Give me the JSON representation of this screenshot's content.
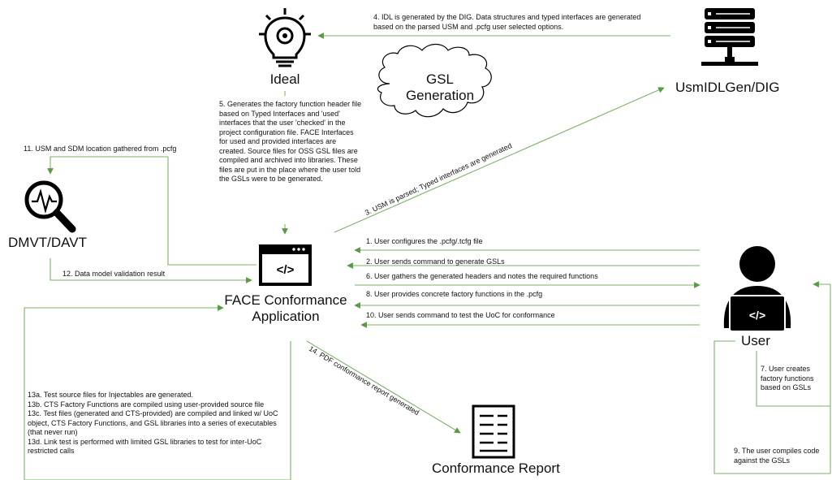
{
  "colors": {
    "arrow": "#5b9a44",
    "line": "#7db26a",
    "icon": "#000000"
  },
  "nodes": {
    "ideal": "Ideal",
    "dig": "UsmIDLGen/DIG",
    "gsl": "GSL\nGeneration",
    "dmvt": "DMVT/DAVT",
    "face": "FACE Conformance\nApplication",
    "user": "User",
    "report": "Conformance Report"
  },
  "steps": {
    "s4": "4. IDL is generated by the DIG. Data structures and typed interfaces are generated based on the parsed USM and .pcfg user selected options.",
    "s5": "5. Generates the factory function header file based on  Typed Interfaces and 'used' interfaces that the user 'checked' in the project configuration file. FACE Interfaces for used and provided interfaces are created. Source files for OSS GSL files are compiled and archived into libraries. These files are put in the place where the user told the GSLs were to be generated.",
    "s11": "11. USM and SDM location gathered from .pcfg",
    "s12": "12. Data model validation result",
    "s3": "3. USM is parsed; Typed interfaces are generated",
    "s1": "1. User configures the .pcfg/.tcfg file",
    "s2": "2. User sends command to generate GSLs",
    "s6": "6. User gathers the generated headers and notes the required functions",
    "s8": "8. User provides concrete factory functions in the .pcfg",
    "s10": "10. User sends command to test the UoC for conformance",
    "s14": "14. PDF conformance report generated",
    "s13": "13a. Test source files for Injectables are generated.\n13b. CTS Factory Functions are compiled using user-provided source file\n13c. Test files (generated and CTS-provided) are compiled and linked w/ UoC object, CTS Factory Functions, and GSL libraries into a series of executables (that never run)\n13d. Link test is performed with limited GSL libraries to test for inter-UoC restricted calls",
    "s7": "7. User creates factory functions based on GSLs",
    "s9": "9. The user compiles code against the GSLs"
  },
  "icons": {
    "ideal": "lightbulb-gear-icon",
    "dig": "server-icon",
    "gsl": "cloud-shape",
    "dmvt": "magnifier-waveform-icon",
    "face": "code-window-icon",
    "user": "user-laptop-icon",
    "report": "document-icon"
  }
}
